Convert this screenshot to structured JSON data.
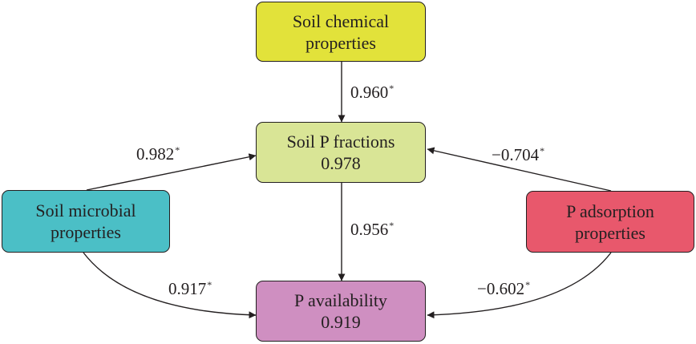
{
  "nodes": {
    "chemical": {
      "line1": "Soil chemical",
      "line2": "properties",
      "color": "#e2e23a"
    },
    "fractions": {
      "line1": "Soil P fractions",
      "line2": "0.978",
      "color": "#d9e596"
    },
    "microbial": {
      "line1": "Soil microbial",
      "line2": "properties",
      "color": "#4bbfc6"
    },
    "adsorption": {
      "line1": "P adsorption",
      "line2": "properties",
      "color": "#e8586c"
    },
    "availability": {
      "line1": "P availability",
      "line2": "0.919",
      "color": "#cf8fc1"
    }
  },
  "paths": [
    {
      "id": "chemical-to-fractions",
      "value": "0.960",
      "mark": "*"
    },
    {
      "id": "microbial-to-fractions",
      "value": "0.982",
      "mark": "*"
    },
    {
      "id": "adsorption-to-fractions",
      "value": "−0.704",
      "mark": "*"
    },
    {
      "id": "fractions-to-availability",
      "value": "0.956",
      "mark": "*"
    },
    {
      "id": "microbial-to-availability",
      "value": "0.917",
      "mark": "*"
    },
    {
      "id": "adsorption-to-availability",
      "value": "−0.602",
      "mark": "*"
    }
  ]
}
